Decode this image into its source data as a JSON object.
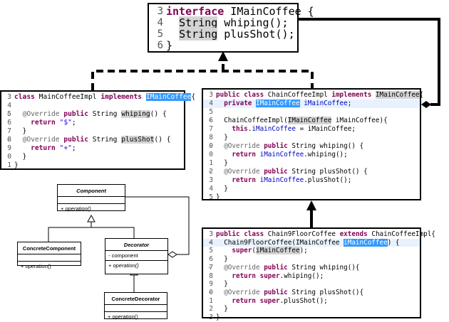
{
  "interface_box": {
    "lines": [
      {
        "num": "3",
        "parts": [
          {
            "t": "interface",
            "c": "kw"
          },
          {
            "t": " IMainCoffee {",
            "c": "tx"
          }
        ]
      },
      {
        "num": "4",
        "parts": [
          {
            "t": "  ",
            "c": "tx"
          },
          {
            "t": "String",
            "c": "hl"
          },
          {
            "t": " whiping();",
            "c": "tx"
          }
        ]
      },
      {
        "num": "5",
        "parts": [
          {
            "t": "  ",
            "c": "tx"
          },
          {
            "t": "String",
            "c": "hl"
          },
          {
            "t": " plusShot();",
            "c": "tx"
          }
        ]
      },
      {
        "num": "6",
        "parts": [
          {
            "t": "}",
            "c": "tx"
          }
        ]
      }
    ]
  },
  "impl_box": {
    "lines": [
      {
        "num": "3",
        "parts": [
          {
            "t": "class",
            "c": "kw"
          },
          {
            "t": " MainCoffeeImpl ",
            "c": "tx"
          },
          {
            "t": "implements",
            "c": "kw"
          },
          {
            "t": " ",
            "c": "tx"
          },
          {
            "t": "IMainCoffee",
            "c": "sel"
          },
          {
            "t": "{",
            "c": "tx"
          }
        ]
      },
      {
        "num": "4",
        "parts": [
          {
            "t": "",
            "c": "tx"
          }
        ]
      },
      {
        "num": "5",
        "fold": "true",
        "parts": [
          {
            "t": "  ",
            "c": "tx"
          },
          {
            "t": "@Override",
            "c": "an"
          },
          {
            "t": " ",
            "c": "tx"
          },
          {
            "t": "public",
            "c": "kw"
          },
          {
            "t": " String ",
            "c": "tx"
          },
          {
            "t": "whiping",
            "c": "hl"
          },
          {
            "t": "() {",
            "c": "tx"
          }
        ]
      },
      {
        "num": "6",
        "parts": [
          {
            "t": "    ",
            "c": "tx"
          },
          {
            "t": "return",
            "c": "kw"
          },
          {
            "t": " ",
            "c": "tx"
          },
          {
            "t": "\"$\"",
            "c": "st"
          },
          {
            "t": ";",
            "c": "tx"
          }
        ]
      },
      {
        "num": "7",
        "parts": [
          {
            "t": "  }",
            "c": "tx"
          }
        ]
      },
      {
        "num": "8",
        "fold": "true",
        "parts": [
          {
            "t": "  ",
            "c": "tx"
          },
          {
            "t": "@Override",
            "c": "an"
          },
          {
            "t": " ",
            "c": "tx"
          },
          {
            "t": "public",
            "c": "kw"
          },
          {
            "t": " String ",
            "c": "tx"
          },
          {
            "t": "plusShot",
            "c": "hl"
          },
          {
            "t": "() {",
            "c": "tx"
          }
        ]
      },
      {
        "num": "9",
        "parts": [
          {
            "t": "    ",
            "c": "tx"
          },
          {
            "t": "return",
            "c": "kw"
          },
          {
            "t": " ",
            "c": "tx"
          },
          {
            "t": "\"+\"",
            "c": "st"
          },
          {
            "t": ";",
            "c": "tx"
          }
        ]
      },
      {
        "num": "0",
        "parts": [
          {
            "t": "  }",
            "c": "tx"
          }
        ]
      },
      {
        "num": "1",
        "parts": [
          {
            "t": "}",
            "c": "tx"
          }
        ]
      }
    ]
  },
  "chain_box": {
    "lines": [
      {
        "num": "3",
        "parts": [
          {
            "t": "public",
            "c": "kw"
          },
          {
            "t": " ",
            "c": "tx"
          },
          {
            "t": "class",
            "c": "kw"
          },
          {
            "t": " ChainCoffeeImpl ",
            "c": "tx"
          },
          {
            "t": "implements",
            "c": "kw"
          },
          {
            "t": " ",
            "c": "tx"
          },
          {
            "t": "IMainCoffee",
            "c": "hl"
          },
          {
            "t": "{",
            "c": "tx"
          }
        ]
      },
      {
        "num": "4",
        "current": "true",
        "parts": [
          {
            "t": "  ",
            "c": "tx"
          },
          {
            "t": "private",
            "c": "kw"
          },
          {
            "t": " ",
            "c": "tx"
          },
          {
            "t": "IMainCoffee",
            "c": "sel"
          },
          {
            "t": " ",
            "c": "tx"
          },
          {
            "t": "iMainCoffee",
            "c": "fd"
          },
          {
            "t": ";",
            "c": "tx"
          }
        ]
      },
      {
        "num": "5",
        "parts": [
          {
            "t": "",
            "c": "tx"
          }
        ]
      },
      {
        "num": "6",
        "fold": "true",
        "parts": [
          {
            "t": "  ChainCoffeeImpl(",
            "c": "tx"
          },
          {
            "t": "IMainCoffee",
            "c": "hl"
          },
          {
            "t": " iMainCoffee){",
            "c": "tx"
          }
        ]
      },
      {
        "num": "7",
        "parts": [
          {
            "t": "    ",
            "c": "tx"
          },
          {
            "t": "this",
            "c": "kw"
          },
          {
            "t": ".",
            "c": "tx"
          },
          {
            "t": "iMainCoffee",
            "c": "fd"
          },
          {
            "t": " = iMainCoffee;",
            "c": "tx"
          }
        ]
      },
      {
        "num": "8",
        "parts": [
          {
            "t": "  }",
            "c": "tx"
          }
        ]
      },
      {
        "num": "9",
        "fold": "true",
        "parts": [
          {
            "t": "  ",
            "c": "tx"
          },
          {
            "t": "@Override",
            "c": "an"
          },
          {
            "t": " ",
            "c": "tx"
          },
          {
            "t": "public",
            "c": "kw"
          },
          {
            "t": " String whiping() {",
            "c": "tx"
          }
        ]
      },
      {
        "num": "0",
        "parts": [
          {
            "t": "    ",
            "c": "tx"
          },
          {
            "t": "return",
            "c": "kw"
          },
          {
            "t": " ",
            "c": "tx"
          },
          {
            "t": "iMainCoffee",
            "c": "fd"
          },
          {
            "t": ".whiping();",
            "c": "tx"
          }
        ]
      },
      {
        "num": "1",
        "parts": [
          {
            "t": "  }",
            "c": "tx"
          }
        ]
      },
      {
        "num": "2",
        "fold": "true",
        "parts": [
          {
            "t": "  ",
            "c": "tx"
          },
          {
            "t": "@Override",
            "c": "an"
          },
          {
            "t": " ",
            "c": "tx"
          },
          {
            "t": "public",
            "c": "kw"
          },
          {
            "t": " String plusShot() {",
            "c": "tx"
          }
        ]
      },
      {
        "num": "3",
        "parts": [
          {
            "t": "    ",
            "c": "tx"
          },
          {
            "t": "return",
            "c": "kw"
          },
          {
            "t": " ",
            "c": "tx"
          },
          {
            "t": "iMainCoffee",
            "c": "fd"
          },
          {
            "t": ".plusShot();",
            "c": "tx"
          }
        ]
      },
      {
        "num": "4",
        "parts": [
          {
            "t": "  }",
            "c": "tx"
          }
        ]
      },
      {
        "num": "5",
        "parts": [
          {
            "t": "}",
            "c": "tx"
          }
        ]
      }
    ]
  },
  "chain9_box": {
    "lines": [
      {
        "num": "3",
        "parts": [
          {
            "t": "public",
            "c": "kw"
          },
          {
            "t": " ",
            "c": "tx"
          },
          {
            "t": "class",
            "c": "kw"
          },
          {
            "t": " Chain9FloorCoffee ",
            "c": "tx"
          },
          {
            "t": "extends",
            "c": "kw"
          },
          {
            "t": " ChainCoffeeImpl{",
            "c": "tx"
          }
        ]
      },
      {
        "num": "4",
        "fold": "true",
        "current": "true",
        "parts": [
          {
            "t": "  Chain9FloorCoffee(IMainCoffee ",
            "c": "tx"
          },
          {
            "t": "iMainCoffee",
            "c": "sel"
          },
          {
            "t": ") {",
            "c": "tx"
          }
        ]
      },
      {
        "num": "5",
        "parts": [
          {
            "t": "    ",
            "c": "tx"
          },
          {
            "t": "super",
            "c": "kw"
          },
          {
            "t": "(",
            "c": "tx"
          },
          {
            "t": "iMainCoffee",
            "c": "hl"
          },
          {
            "t": ");",
            "c": "tx"
          }
        ]
      },
      {
        "num": "6",
        "parts": [
          {
            "t": "  }",
            "c": "tx"
          }
        ]
      },
      {
        "num": "7",
        "fold": "true",
        "parts": [
          {
            "t": "  ",
            "c": "tx"
          },
          {
            "t": "@Override",
            "c": "an"
          },
          {
            "t": " ",
            "c": "tx"
          },
          {
            "t": "public",
            "c": "kw"
          },
          {
            "t": " String whiping(){",
            "c": "tx"
          }
        ]
      },
      {
        "num": "8",
        "parts": [
          {
            "t": "    ",
            "c": "tx"
          },
          {
            "t": "return",
            "c": "kw"
          },
          {
            "t": " ",
            "c": "tx"
          },
          {
            "t": "super",
            "c": "kw"
          },
          {
            "t": ".whiping();",
            "c": "tx"
          }
        ]
      },
      {
        "num": "9",
        "parts": [
          {
            "t": "  }",
            "c": "tx"
          }
        ]
      },
      {
        "num": "0",
        "fold": "true",
        "parts": [
          {
            "t": "  ",
            "c": "tx"
          },
          {
            "t": "@Override",
            "c": "an"
          },
          {
            "t": " ",
            "c": "tx"
          },
          {
            "t": "public",
            "c": "kw"
          },
          {
            "t": " String plusShot(){",
            "c": "tx"
          }
        ]
      },
      {
        "num": "1",
        "parts": [
          {
            "t": "    ",
            "c": "tx"
          },
          {
            "t": "return",
            "c": "kw"
          },
          {
            "t": " ",
            "c": "tx"
          },
          {
            "t": "super",
            "c": "kw"
          },
          {
            "t": ".plusShot();",
            "c": "tx"
          }
        ]
      },
      {
        "num": "2",
        "parts": [
          {
            "t": "  }",
            "c": "tx"
          }
        ]
      },
      {
        "num": "3",
        "parts": [
          {
            "t": "}",
            "c": "tx"
          }
        ]
      }
    ]
  },
  "uml": {
    "component": {
      "title": "Component",
      "op_prefix": "+ ",
      "op": "operation()"
    },
    "concrete_component": {
      "title": "ConcreteComponent",
      "op_prefix": "+ ",
      "op": "operation()"
    },
    "decorator": {
      "title": "Decorator",
      "attr_prefix": "- ",
      "attr": "component",
      "op_prefix": "+ ",
      "op": "operation()"
    },
    "concrete_decorator": {
      "title": "ConcreteDecorator",
      "op_prefix": "+ ",
      "op": "operation()"
    }
  },
  "colors": {
    "keyword": "#7f0055",
    "annotation": "#646464",
    "field": "#0000c0",
    "string": "#2a00ff",
    "selection": "#3399ff",
    "occurrence_highlight": "#d4d4d4",
    "current_line": "#e8f2fe"
  }
}
